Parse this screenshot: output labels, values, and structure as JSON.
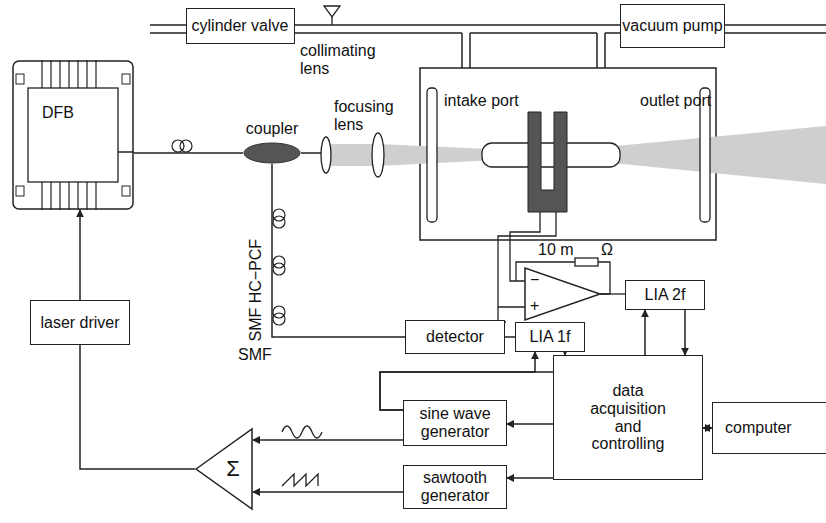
{
  "diagram": {
    "nodes": [
      {
        "text": [
          "cylinder valve"
        ]
      },
      {
        "text": [
          "vacuum pump"
        ]
      },
      {
        "text": [
          "DFB"
        ]
      },
      {
        "text": [
          "coupler"
        ]
      },
      {
        "text": [
          "laser driver"
        ]
      },
      {
        "text": [
          "LIA 2f"
        ]
      },
      {
        "text": [
          "detector"
        ]
      },
      {
        "text": [
          "LIA 1f"
        ]
      },
      {
        "text": [
          "data acquisition and controlling"
        ]
      },
      {
        "text": [
          "sine wave generator"
        ]
      },
      {
        "text": [
          "computer"
        ]
      },
      {
        "text": [
          "Σ"
        ]
      },
      {
        "text": [
          "sawtooth generator"
        ]
      }
    ],
    "edges": [
      {
        "from": 4,
        "to": 2,
        "arrow": "to"
      },
      {
        "from": 2,
        "to": 3,
        "arrow": "none"
      },
      {
        "from": 3,
        "to": 6,
        "arrow": "none"
      },
      {
        "from": 6,
        "to": 7,
        "arrow": "none"
      },
      {
        "from": 7,
        "to": 8,
        "arrow": "to"
      },
      {
        "from": 5,
        "to": 8,
        "arrow": "to"
      },
      {
        "from": 9,
        "to": 7,
        "arrow": "to"
      },
      {
        "from": 9,
        "to": 5,
        "arrow": "to"
      },
      {
        "from": 8,
        "to": 9,
        "arrow": "to"
      },
      {
        "from": 8,
        "to": 12,
        "arrow": "to"
      },
      {
        "from": 9,
        "to": 11,
        "arrow": "to"
      },
      {
        "from": 12,
        "to": 11,
        "arrow": "to"
      },
      {
        "from": 11,
        "to": 4,
        "arrow": "none"
      },
      {
        "from": 8,
        "to": 10,
        "arrow": "both"
      }
    ],
    "labels": [
      "collimating lens",
      "focusing lens",
      "intake port",
      "outlet port",
      "10 m",
      "Ω",
      "−",
      "+",
      "SMF HC−PCF",
      "SMF"
    ]
  }
}
